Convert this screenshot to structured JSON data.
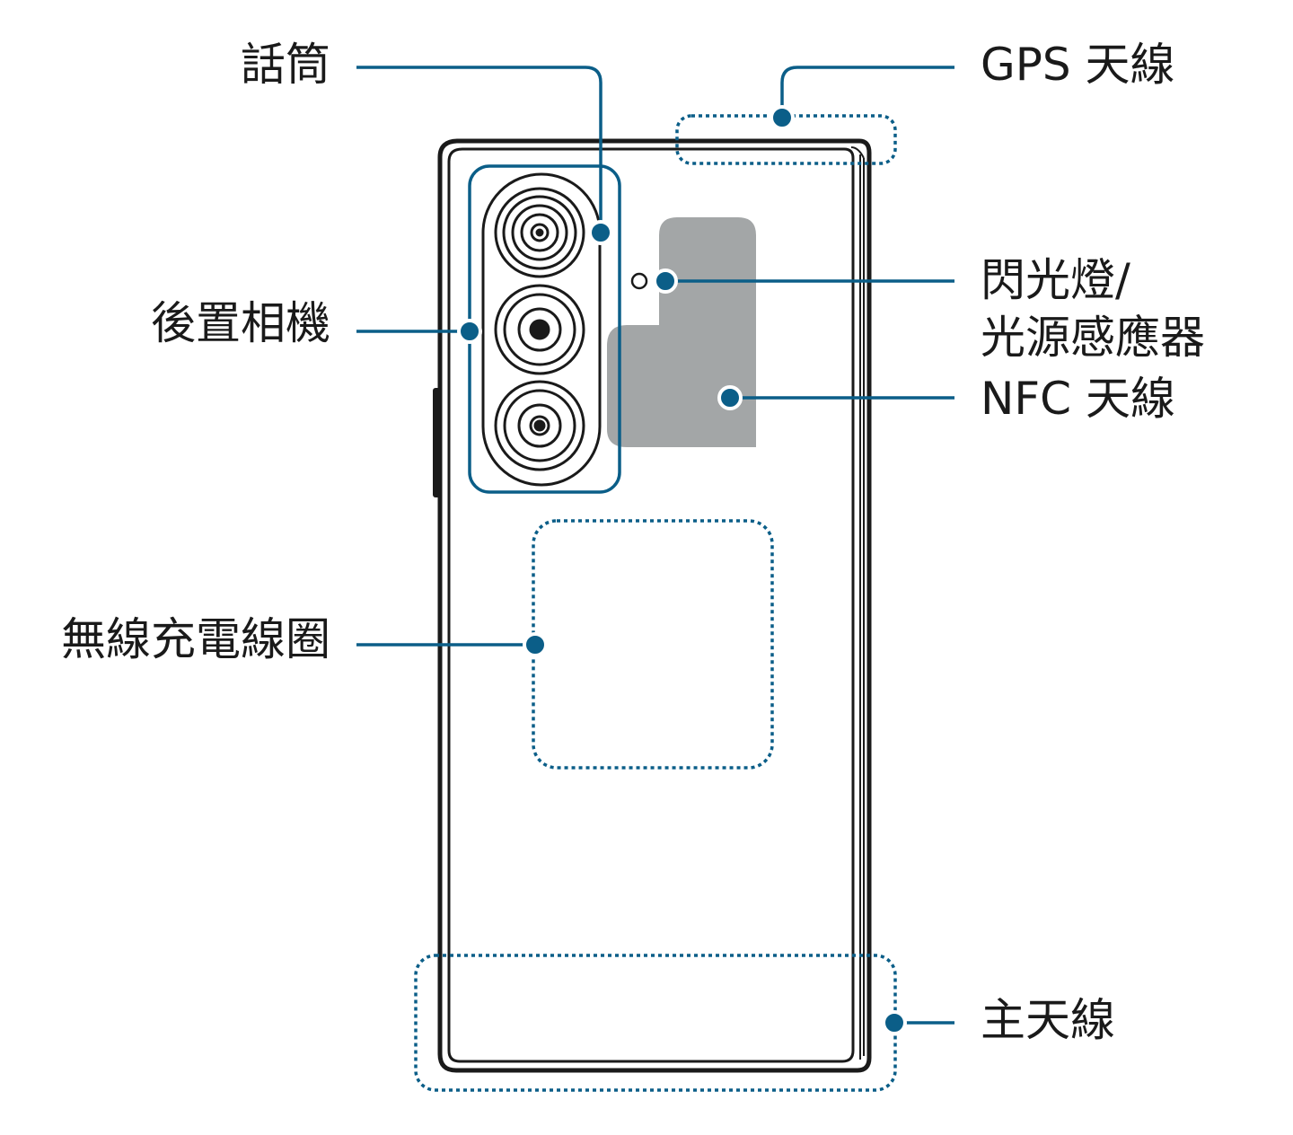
{
  "colors": {
    "outline": "#1a1a1a",
    "callout": "#0b5e88",
    "nfc_fill": "#a3a6a7",
    "background": "#ffffff"
  },
  "labels": {
    "receiver": "話筒",
    "gps_antenna": "GPS 天線",
    "rear_camera": "後置相機",
    "flash_line1": "閃光燈/",
    "flash_line2": "光源感應器",
    "nfc_antenna": "NFC 天線",
    "wireless_coil": "無線充電線圈",
    "main_antenna": "主天線"
  }
}
